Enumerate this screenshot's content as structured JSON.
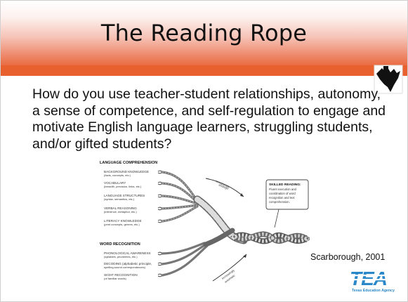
{
  "slide": {
    "title": "The Reading Rope",
    "question": "How do you use teacher-student relationships, autonomy, a sense of competence, and self-regulation to engage and motivate English language learners, struggling students, and/or gifted students?",
    "citation": "Scarborough, 2001"
  },
  "diagram": {
    "language_heading": "LANGUAGE COMPREHENSION",
    "language_strands": [
      {
        "name": "BACKGROUND KNOWLEDGE",
        "detail": "(facts, concepts, etc.)"
      },
      {
        "name": "VOCABULARY",
        "detail": "(breadth, precision, links, etc.)"
      },
      {
        "name": "LANGUAGE STRUCTURES",
        "detail": "(syntax, semantics, etc.)"
      },
      {
        "name": "VERBAL REASONING",
        "detail": "(inference, metaphor, etc.)"
      },
      {
        "name": "LITERACY KNOWLEDGE",
        "detail": "(print concepts, genres, etc.)"
      }
    ],
    "word_heading": "WORD RECOGNITION",
    "word_strands": [
      {
        "name": "PHONOLOGICAL AWARENESS",
        "detail": "(syllables, phonemes, etc.)"
      },
      {
        "name": "DECODING (alphabetic principle,",
        "detail": "spelling-sound correspondences)"
      },
      {
        "name": "SIGHT RECOGNITION",
        "detail": "(of familiar words)"
      }
    ],
    "arrow_top": {
      "line1": "increasingly",
      "line2": "strategic"
    },
    "arrow_bottom": {
      "line1": "increasingly",
      "line2": "automatic"
    },
    "skilled_box": {
      "heading": "SKILLED READING:",
      "lines": [
        "Fluent execution and",
        "coordination of word",
        "recognition and text",
        "comprehension."
      ]
    }
  },
  "logos": {
    "tea_letters": "TEA",
    "tea_name": "Texas Education Agency",
    "brand_color": "#2a88c9"
  },
  "colors": {
    "header_orange": "#e9602f",
    "header_light": "#f6c4b8"
  }
}
